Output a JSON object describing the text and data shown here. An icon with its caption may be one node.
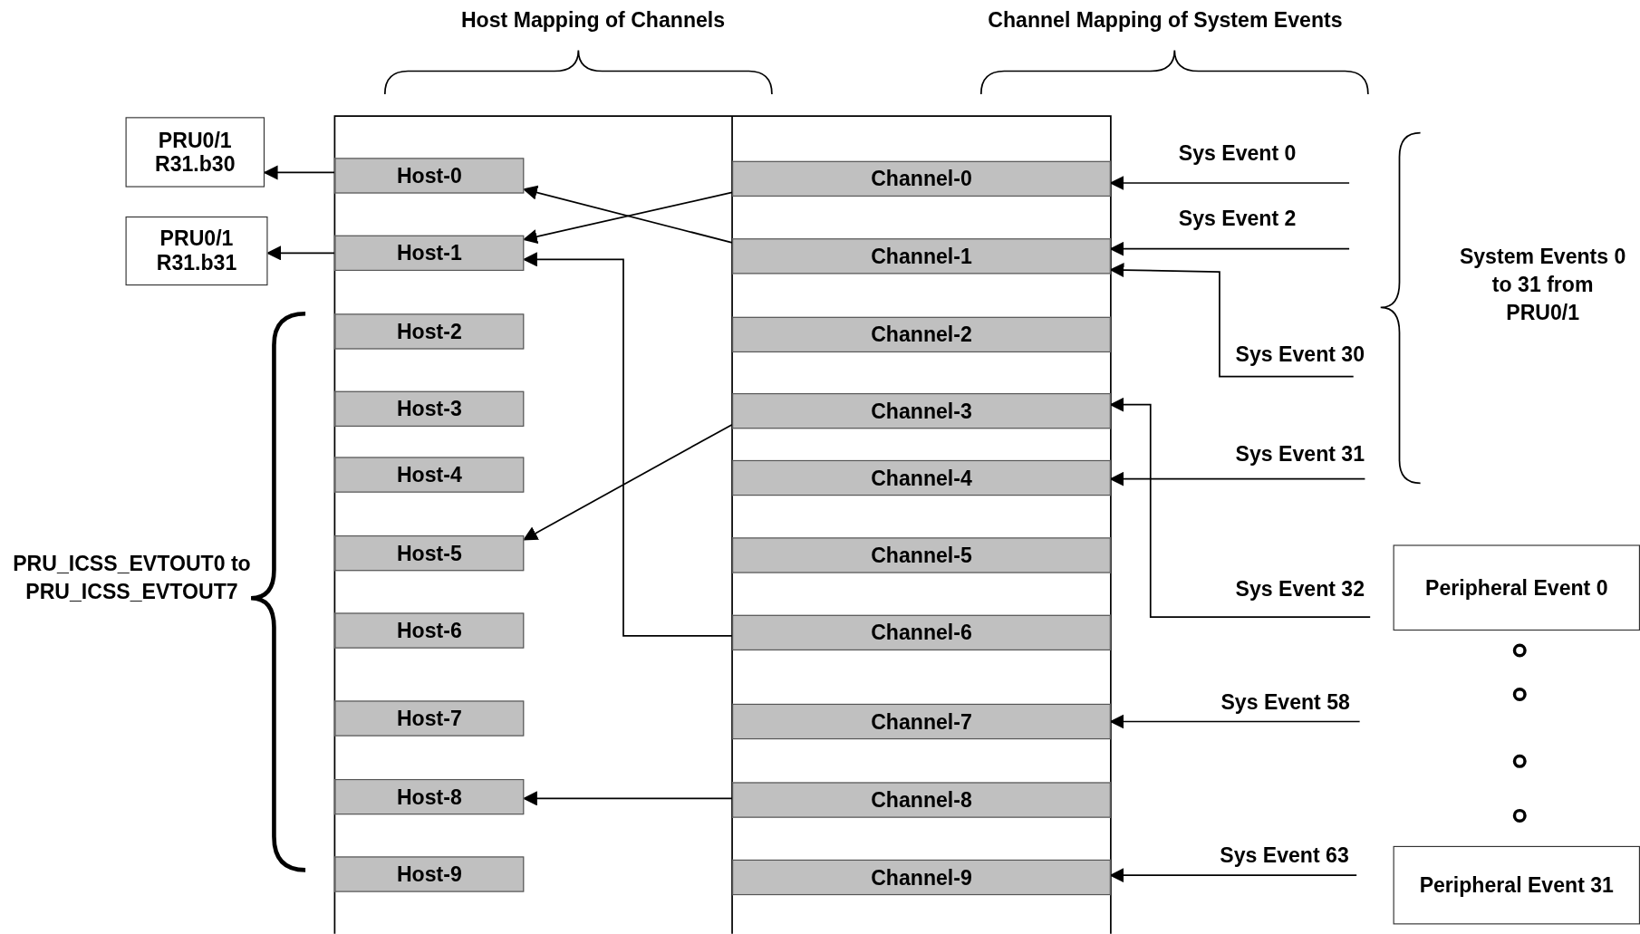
{
  "diagram": {
    "nodes": [
      {
        "text": [
          "PRU0/1 R31.b30"
        ]
      },
      {
        "text": [
          "PRU0/1 R31.b31"
        ]
      },
      {
        "text": [
          "Host-0"
        ]
      },
      {
        "text": [
          "Host-1"
        ]
      },
      {
        "text": [
          "Host-2"
        ]
      },
      {
        "text": [
          "Host-3"
        ]
      },
      {
        "text": [
          "Host-4"
        ]
      },
      {
        "text": [
          "Host-5"
        ]
      },
      {
        "text": [
          "Host-6"
        ]
      },
      {
        "text": [
          "Host-7"
        ]
      },
      {
        "text": [
          "Host-8"
        ]
      },
      {
        "text": [
          "Host-9"
        ]
      },
      {
        "text": [
          "Channel-0"
        ]
      },
      {
        "text": [
          "Channel-1"
        ]
      },
      {
        "text": [
          "Channel-2"
        ]
      },
      {
        "text": [
          "Channel-3"
        ]
      },
      {
        "text": [
          "Channel-4"
        ]
      },
      {
        "text": [
          "Channel-5"
        ]
      },
      {
        "text": [
          "Channel-6"
        ]
      },
      {
        "text": [
          "Channel-7"
        ]
      },
      {
        "text": [
          "Channel-8"
        ]
      },
      {
        "text": [
          "Channel-9"
        ]
      },
      {
        "text": [
          "Peripheral Event 0"
        ]
      },
      {
        "text": [
          "Peripheral Event 31"
        ]
      }
    ],
    "edges": [
      {
        "from": 2,
        "to": 0,
        "arrow": "to"
      },
      {
        "from": 3,
        "to": 1,
        "arrow": "to"
      },
      {
        "from": 12,
        "to": 3,
        "arrow": "to"
      },
      {
        "from": 13,
        "to": 2,
        "arrow": "to"
      },
      {
        "from": 18,
        "to": 3,
        "arrow": "to"
      },
      {
        "from": 15,
        "to": 7,
        "arrow": "to"
      },
      {
        "from": 20,
        "to": 10,
        "arrow": "to"
      },
      {
        "from": null,
        "to": 12,
        "arrow": "to",
        "label": "Sys Event 0"
      },
      {
        "from": null,
        "to": 13,
        "arrow": "to",
        "label": "Sys Event 2"
      },
      {
        "from": null,
        "to": 13,
        "arrow": "to",
        "label": "Sys Event 30"
      },
      {
        "from": null,
        "to": 16,
        "arrow": "to",
        "label": "Sys Event 31"
      },
      {
        "from": null,
        "to": 15,
        "arrow": "to",
        "label": "Sys Event 32"
      },
      {
        "from": null,
        "to": 19,
        "arrow": "to",
        "label": "Sys Event 58"
      },
      {
        "from": null,
        "to": 21,
        "arrow": "to",
        "label": "Sys Event 63"
      }
    ],
    "labels": [
      "Host Mapping of Channels",
      "Channel Mapping of System Events",
      "System Events 0 to 31 from PRU0/1",
      "PRU_ICSS_EVTOUT0 to PRU_ICSS_EVTOUT7"
    ]
  }
}
